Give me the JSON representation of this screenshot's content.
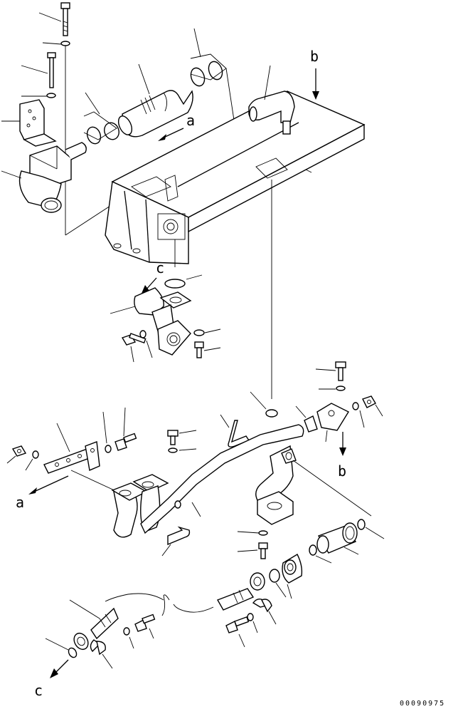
{
  "view_labels": {
    "a": "a",
    "b": "b",
    "c": "c"
  },
  "drawing_number": "00090975"
}
